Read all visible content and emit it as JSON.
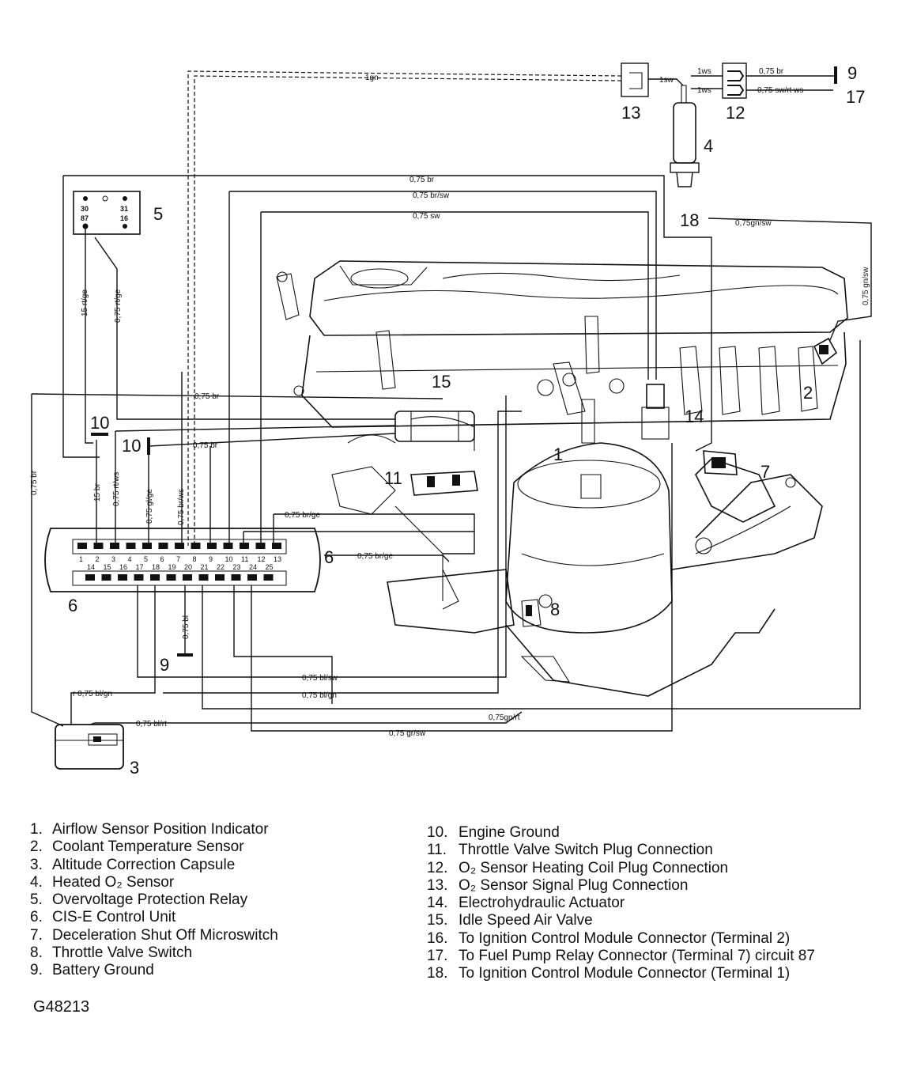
{
  "callouts": {
    "c1": "1",
    "c2": "2",
    "c3": "3",
    "c4": "4",
    "c5": "5",
    "c6a": "6",
    "c6b": "6",
    "c7": "7",
    "c8": "8",
    "c9a": "9",
    "c9b": "9",
    "c10a": "10",
    "c10b": "10",
    "c11": "11",
    "c12": "12",
    "c13": "13",
    "c14": "14",
    "c15": "15",
    "c17": "17",
    "c18": "18"
  },
  "wire_labels": {
    "gn_top": "1gn",
    "sw_13": "1sw",
    "ws_a": "1ws",
    "ws_b": "1ws",
    "br_to9": "0,75 br",
    "swrtws_to17": "0,75 sw/rt ws",
    "br_top": "0,75 br",
    "brsw_top": "0,75 br/sw",
    "sw_top": "0,75 sw",
    "gnsw_18": "0,75gn/sw",
    "gnsw_right": "0,75 gn/sw",
    "rtge_15": "15 rt/ge",
    "rtge_075": "0,75 rt/ge",
    "br_mid": "0,75 br",
    "br_10": "0,75 br",
    "br_left": "0,75 br",
    "br_15": "15 br",
    "rtws": "0,75 rt/ws",
    "glge": "0,75 gl/ge",
    "brws": "0,75 br/ws",
    "brge_top": "0,75 br/ge",
    "brge_6": "0,75 br/ge",
    "bl_9": "0,75 bl",
    "blsw_bottom": "0,75 bl/sw",
    "blgn_3": "r 0,75 bl/gn",
    "blgn_bottom": "0,75 bl/gn",
    "blrt_3": "0,75 bl/rt",
    "gnrt_bottom": "0,75gn/rt",
    "grsw_bottom": "0,75 gr/sw"
  },
  "relay_terminals": [
    "30",
    "31",
    "87",
    "16"
  ],
  "control_unit_pins": {
    "top": [
      "1",
      "2",
      "3",
      "4",
      "5",
      "6",
      "7",
      "8",
      "9",
      "10",
      "11",
      "12",
      "13"
    ],
    "bottom": [
      "14",
      "15",
      "16",
      "17",
      "18",
      "19",
      "20",
      "21",
      "22",
      "23",
      "24",
      "25"
    ]
  },
  "legend_left": [
    {
      "num": "1.",
      "text": "Airflow Sensor Position Indicator"
    },
    {
      "num": "2.",
      "text": "Coolant Temperature Sensor"
    },
    {
      "num": "3.",
      "text": "Altitude Correction Capsule"
    },
    {
      "num": "4.",
      "text": "Heated O₂ Sensor"
    },
    {
      "num": "5.",
      "text": "Overvoltage Protection Relay"
    },
    {
      "num": "6.",
      "text": "CIS-E Control Unit"
    },
    {
      "num": "7.",
      "text": "Deceleration Shut Off Microswitch"
    },
    {
      "num": "8.",
      "text": "Throttle Valve Switch"
    },
    {
      "num": "9.",
      "text": "Battery Ground"
    }
  ],
  "legend_right": [
    {
      "num": "10.",
      "text": "Engine Ground"
    },
    {
      "num": "11.",
      "text": "Throttle Valve Switch Plug Connection"
    },
    {
      "num": "12.",
      "text": "O₂ Sensor Heating Coil Plug Connection"
    },
    {
      "num": "13.",
      "text": "O₂ Sensor Signal Plug Connection"
    },
    {
      "num": "14.",
      "text": "Electrohydraulic Actuator"
    },
    {
      "num": "15.",
      "text": "Idle Speed Air Valve"
    },
    {
      "num": "16.",
      "text": "To Ignition Control Module Connector (Terminal 2)"
    },
    {
      "num": "17.",
      "text": "To Fuel Pump Relay Connector (Terminal 7) circuit 87"
    },
    {
      "num": "18.",
      "text": "To Ignition Control Module Connector (Terminal 1)"
    }
  ],
  "figure_id": "G48213"
}
